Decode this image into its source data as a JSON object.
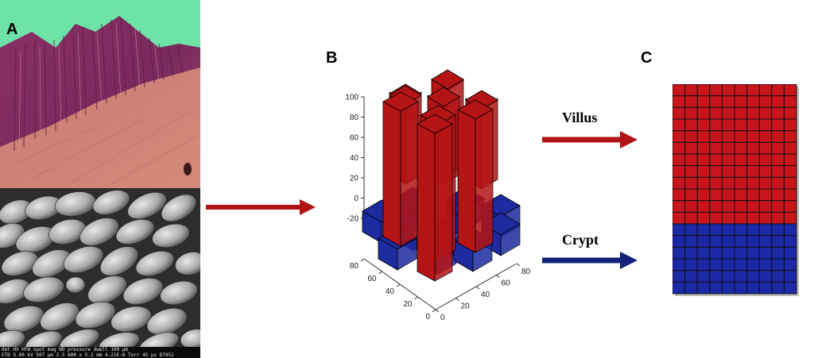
{
  "panels": {
    "a": {
      "label": "A"
    },
    "b": {
      "label": "B"
    },
    "c": {
      "label": "C"
    }
  },
  "sem_databar": {
    "row1": [
      "det",
      "HV",
      "HFW",
      "spot",
      "mag",
      "WD",
      "pressure",
      "dwell",
      "100 μm"
    ],
    "row2": [
      "ETD",
      "5.00 kV",
      "507 μm",
      "2.5",
      "600 x",
      "5.2 mm",
      "4.21E-6 Torr",
      "45 μs",
      "D7951"
    ]
  },
  "arrows": {
    "villus_label": "Villus",
    "crypt_label": "Crypt",
    "villus_color": "#b01414",
    "crypt_color": "#14237a",
    "main_color": "#b01414"
  },
  "chart_b": {
    "z_ticks": [
      "100",
      "80",
      "60",
      "40",
      "20",
      "0",
      "-20"
    ],
    "left_axis_ticks": [
      "80",
      "60",
      "40",
      "20",
      "0"
    ],
    "right_axis_ticks": [
      "0",
      "20",
      "40",
      "60",
      "80"
    ],
    "villus_color": "#b51414",
    "crypt_color": "#1d2aa0"
  },
  "grid_c": {
    "columns": 10,
    "villus_rows": 12,
    "crypt_rows": 6,
    "villus_color": "#c8151b",
    "crypt_color": "#1b28a8"
  }
}
